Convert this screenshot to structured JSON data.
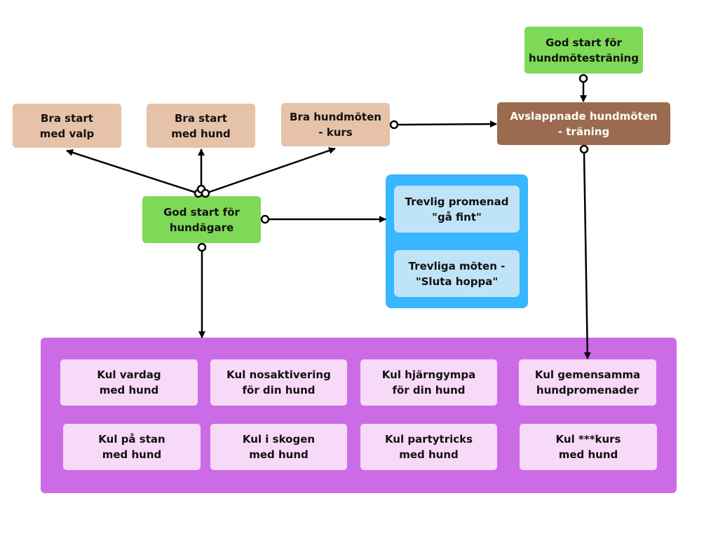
{
  "colors": {
    "tan": "#e6c2a8",
    "green": "#7ed957",
    "brown": "#9a6b4e",
    "blue": "#38b6ff",
    "lightblue": "#c0e4f7",
    "purple": "#cb6ce6",
    "pink": "#f7d9f8",
    "connector": "#000000"
  },
  "nodes": {
    "green_top": "God start för\nhundmötesträning",
    "valp": "Bra start\nmed valp",
    "hund": "Bra start\nmed hund",
    "kurs": "Bra hundmöten\n- kurs",
    "avslappnade": "Avslappnade hundmöten\n- träning",
    "hundagare": "God start för\nhundägare",
    "promenad": "Trevlig promenad\n\"gå fint\"",
    "moten": "Trevliga möten -\n\"Sluta hoppa\""
  },
  "kul_items": [
    "Kul vardag\nmed hund",
    "Kul nosaktivering\nför din hund",
    "Kul hjärngympa\nför din hund",
    "Kul gemensamma\nhundpromenader",
    "Kul på stan\nmed hund",
    "Kul i skogen\nmed hund",
    "Kul partytricks\nmed hund",
    "Kul ***kurs\nmed hund"
  ]
}
